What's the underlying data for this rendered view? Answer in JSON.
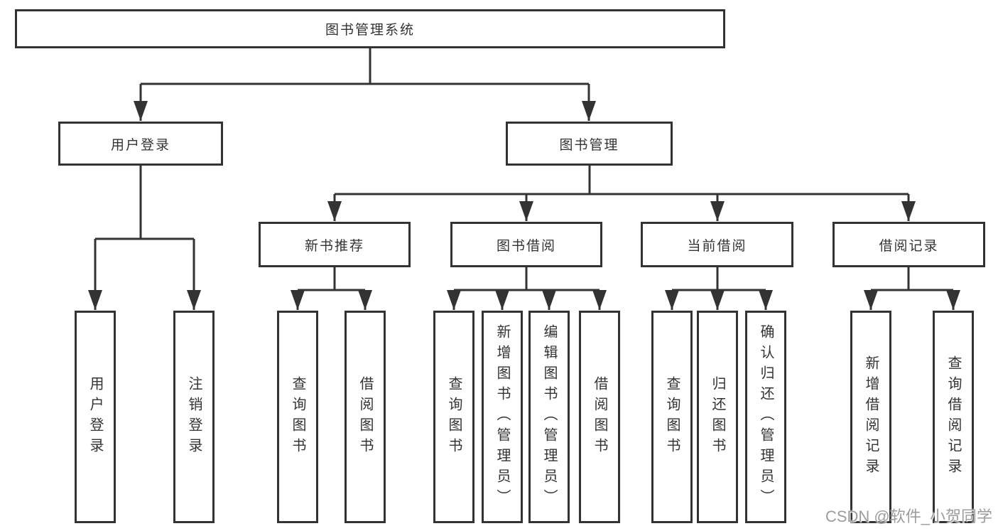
{
  "colors": {
    "line": "#333333",
    "border": "#333333",
    "text": "#333333",
    "boxfill": "#ffffff",
    "wm": "#9c9c9c"
  },
  "watermark": {
    "text": "CSDN @软件_小贺同学"
  },
  "diagram": {
    "root": {
      "label": "图书管理系统"
    },
    "branches": [
      {
        "label": "用户登录",
        "children": [
          {
            "label": "用户登录"
          },
          {
            "label": "注销登录"
          }
        ]
      },
      {
        "label": "图书管理",
        "children": [
          {
            "label": "新书推荐",
            "children": [
              {
                "label": "查询图书"
              },
              {
                "label": "借阅图书"
              }
            ]
          },
          {
            "label": "图书借阅",
            "children": [
              {
                "label": "查询图书"
              },
              {
                "label": "新增图书（管理员）"
              },
              {
                "label": "编辑图书（管理员）"
              },
              {
                "label": "借阅图书"
              }
            ]
          },
          {
            "label": "当前借阅",
            "children": [
              {
                "label": "查询图书"
              },
              {
                "label": "归还图书"
              },
              {
                "label": "确认归还（管理员）"
              }
            ]
          },
          {
            "label": "借阅记录",
            "children": [
              {
                "label": "新增借阅记录"
              },
              {
                "label": "查询借阅记录"
              }
            ]
          }
        ]
      }
    ]
  }
}
